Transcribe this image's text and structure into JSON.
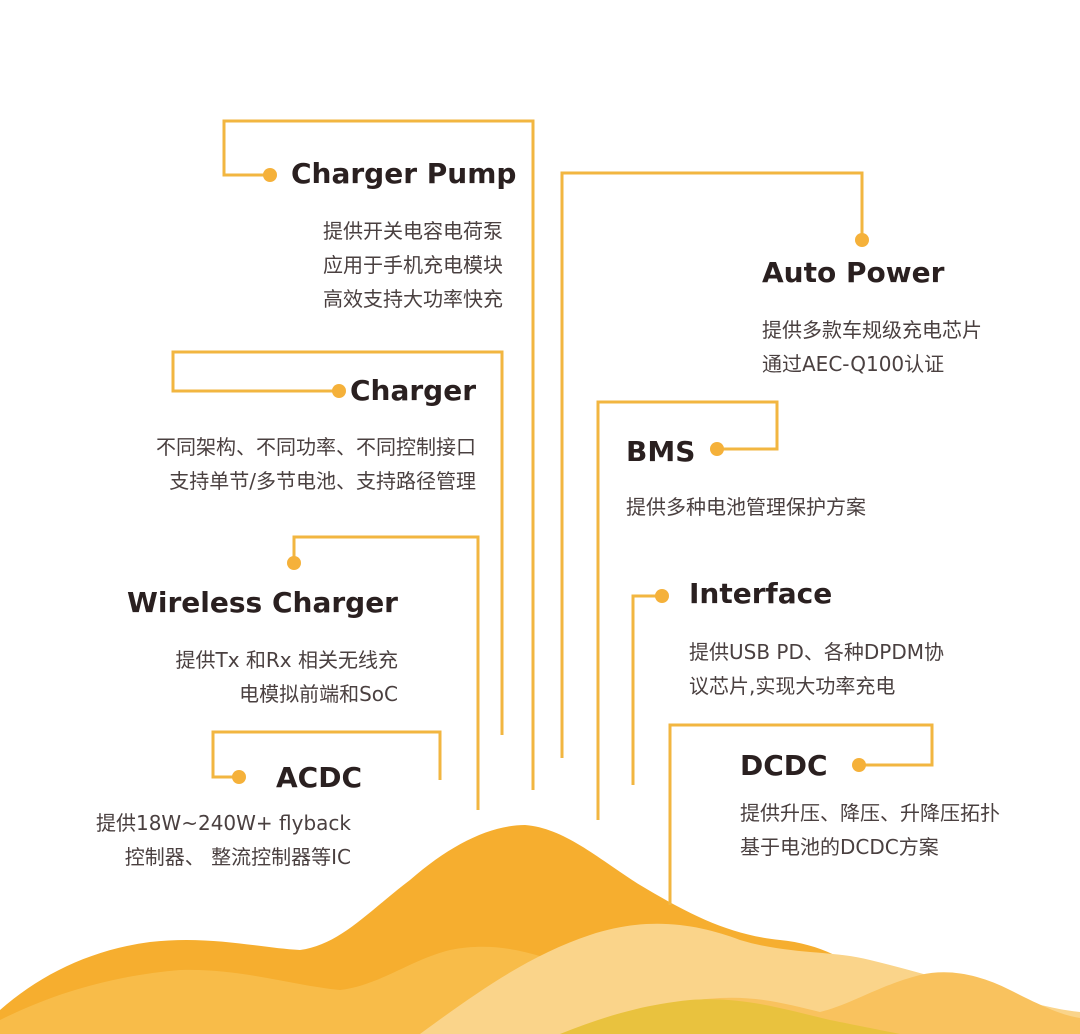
{
  "items": {
    "charger_pump": {
      "title": "Charger Pump",
      "lines": [
        "提供开关电容电荷泵",
        "应用于手机充电模块",
        "高效支持大功率快充"
      ]
    },
    "charger": {
      "title": "Charger",
      "lines": [
        "不同架构、不同功率、不同控制接口",
        "支持单节/多节电池、支持路径管理"
      ]
    },
    "wireless": {
      "title": "Wireless Charger",
      "lines": [
        "提供Tx 和Rx 相关无线充",
        "电模拟前端和SoC"
      ]
    },
    "acdc": {
      "title": "ACDC",
      "lines": [
        "提供18W~240W+ flyback",
        "控制器、 整流控制器等IC"
      ]
    },
    "auto_power": {
      "title": "Auto Power",
      "lines": [
        "提供多款车规级充电芯片",
        "通过AEC-Q100认证"
      ]
    },
    "bms": {
      "title": "BMS",
      "lines": [
        "提供多种电池管理保护方案"
      ]
    },
    "interface": {
      "title": "Interface",
      "lines": [
        "提供USB PD、各种DPDM协",
        "议芯片,实现大功率充电"
      ]
    },
    "dcdc": {
      "title": "DCDC",
      "lines": [
        "提供升压、降压、升降压拓扑",
        "基于电池的DCDC方案"
      ]
    }
  },
  "colors": {
    "line": "#F2B640",
    "dot": "#F5B13A",
    "hill_dark": "#F6AE2F",
    "hill_light": "#FAD48A",
    "hill_mid": "#F9C25E",
    "hill_green": "#E9C23E"
  }
}
